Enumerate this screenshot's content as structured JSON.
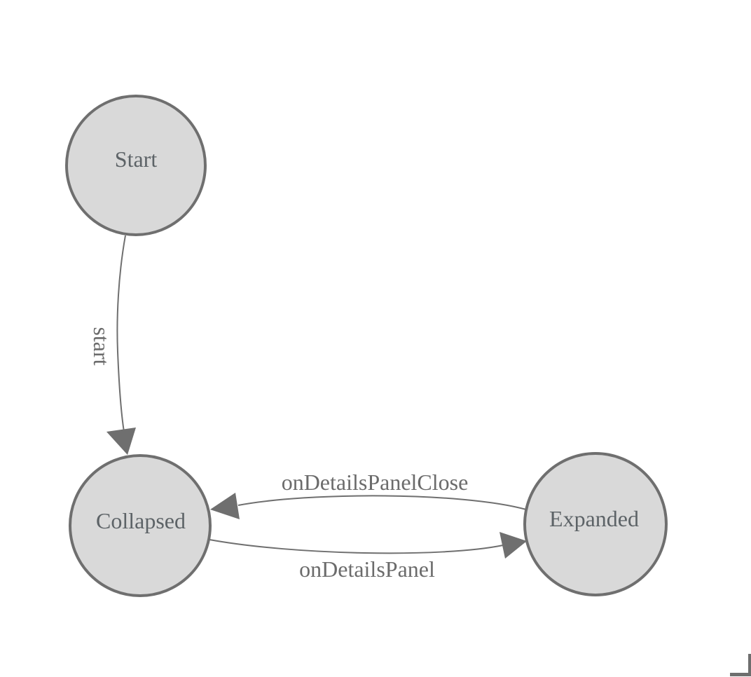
{
  "diagram": {
    "type": "state-diagram",
    "nodes": [
      {
        "label": "Start"
      },
      {
        "label": "Collapsed"
      },
      {
        "label": "Expanded"
      }
    ],
    "edges": [
      {
        "label": "start",
        "from": "Start",
        "to": "Collapsed"
      },
      {
        "label": "onDetailsPanelClose",
        "from": "Expanded",
        "to": "Collapsed"
      },
      {
        "label": "onDetailsPanel",
        "from": "Collapsed",
        "to": "Expanded"
      }
    ]
  },
  "colors": {
    "background": "#ffffff",
    "node_fill": "#d9d9d9",
    "node_stroke": "#6f6f6f",
    "edge": "#6f6f6f",
    "node_text": "#5d6367",
    "edge_text": "#6b6b6b",
    "corner_mark": "#6e6e6e"
  }
}
